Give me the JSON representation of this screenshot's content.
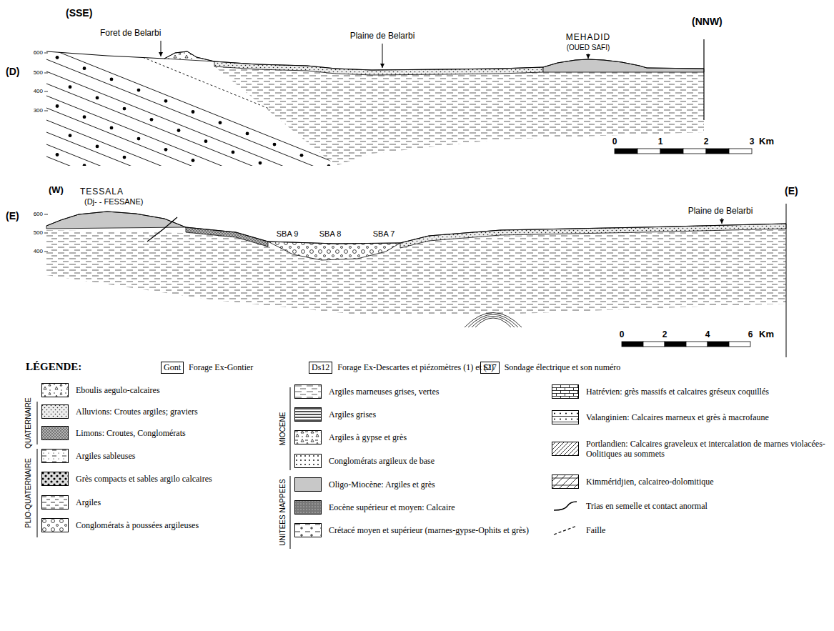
{
  "diagram": {
    "nodes": [
      {
        "text": [
          "Gont"
        ]
      },
      {
        "text": [
          "Ds12"
        ]
      },
      {
        "text": [
          "S17"
        ]
      }
    ],
    "labels": [
      "(SSE)",
      "Foret de Belarbi",
      "Plaine de Belarbi",
      "MEHADID",
      "(OUED SAFI)",
      "(NNW)",
      "(D)",
      "600",
      "500",
      "400",
      "300",
      "0",
      "1",
      "2",
      "3",
      "Km",
      "(W)",
      "TESSALA",
      "(Dj- - FESSANE)",
      "(E)",
      "600",
      "500",
      "400",
      "SBA 9",
      "SBA 8",
      "SBA 7",
      "Plaine de Belarbi",
      "(E)",
      "0",
      "2",
      "4",
      "6",
      "Km",
      "LÉGENDE:",
      "Forage Ex-Gontier",
      "Forage Ex-Descartes et piézomètres (1) et (2)",
      "Sondage électrique et son numéro",
      "QUATERNAIRE",
      "PLIO-QUATERNAIRE",
      "MIOCENE",
      "UNITEES NAPPEES"
    ],
    "legend": [
      {
        "text": "Eboulis aegulo-calcaires"
      },
      {
        "text": "Alluvions: Croutes argiles; graviers"
      },
      {
        "text": "Limons: Croutes, Conglomérats"
      },
      {
        "text": "Argiles sableuses"
      },
      {
        "text": "Grès compacts et sables argilo calcaires"
      },
      {
        "text": "Argiles"
      },
      {
        "text": "Conglomérats à poussées argileuses"
      },
      {
        "text": "Argiles marneuses grises, vertes"
      },
      {
        "text": "Argiles grises"
      },
      {
        "text": "Argiles à gypse et grès"
      },
      {
        "text": "Conglomérats argileux de base"
      },
      {
        "text": "Oligo-Miocène: Argiles et grès"
      },
      {
        "text": "Eocène supérieur et moyen: Calcaire"
      },
      {
        "text": "Crétacé moyen et supérieur (marnes-gypse-Ophits et grès)"
      },
      {
        "text": "Hatrévien: grès massifs et calcaires gréseux coquillés"
      },
      {
        "text": "Valanginien: Calcaires marneux et grès à macrofaune"
      },
      {
        "text": "Portlandien: Calcaires graveleux et intercalation de marnes violacées-Oolitiques au sommets"
      },
      {
        "text": "Kimméridjien, calcaireo-dolomitique"
      },
      {
        "text": "Trias en semelle et contact anormal"
      },
      {
        "text": "Faille"
      }
    ]
  }
}
